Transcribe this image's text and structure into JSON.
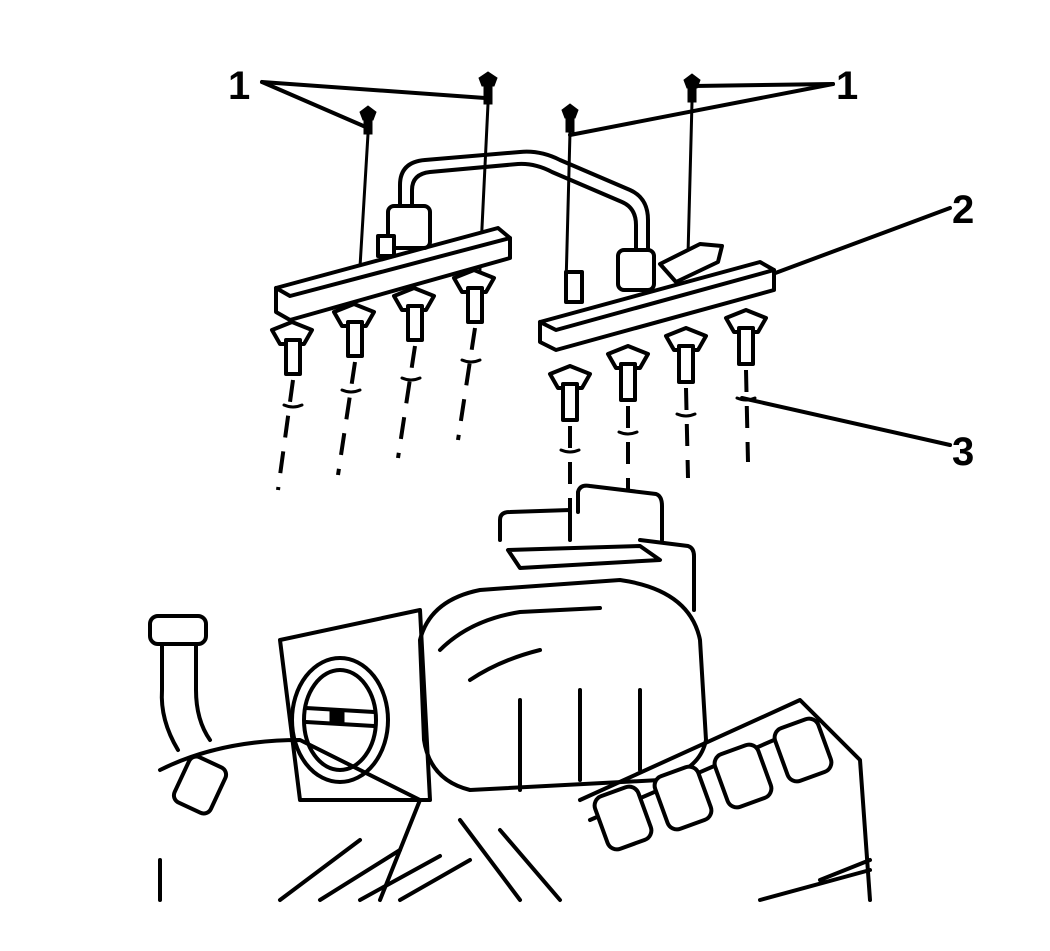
{
  "diagram": {
    "subject": "Fuel rail and fuel injector assembly above intake manifold",
    "colors": {
      "line": "#000000",
      "background": "#ffffff"
    },
    "callouts": [
      {
        "id": "1a",
        "label": "1",
        "meaning": "fuel rail bolts (left group)"
      },
      {
        "id": "1b",
        "label": "1",
        "meaning": "fuel rail bolts (right group)"
      },
      {
        "id": "2",
        "label": "2",
        "meaning": "fuel rail assembly"
      },
      {
        "id": "3",
        "label": "3",
        "meaning": "fuel injector O-ring seal"
      }
    ]
  }
}
